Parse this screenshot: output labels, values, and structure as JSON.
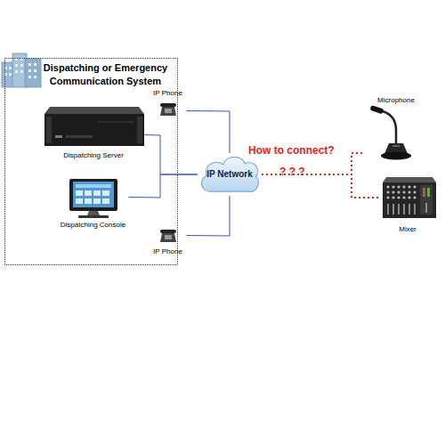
{
  "diagram": {
    "nodes": [
      {
        "text": [
          "Dispatching or Emergency Communication System"
        ]
      },
      {
        "text": [
          "Dispatching Server"
        ],
        "in": 0
      },
      {
        "text": [
          "Dispatching Console"
        ],
        "in": 0
      },
      {
        "text": [
          "IP Phone"
        ],
        "in": 0
      },
      {
        "text": [
          "IP Phone"
        ],
        "in": 0
      },
      {
        "text": [
          "IP Network"
        ]
      },
      {
        "text": [
          "Microphone"
        ]
      },
      {
        "text": [
          "Mixer"
        ]
      }
    ],
    "edges": [
      {
        "from": 1,
        "to": 5,
        "arrow": "none"
      },
      {
        "from": 2,
        "to": 5,
        "arrow": "none"
      },
      {
        "from": 3,
        "to": 5,
        "arrow": "none"
      },
      {
        "from": 4,
        "to": 5,
        "arrow": "none"
      },
      {
        "from": 5,
        "to": 6,
        "arrow": "none"
      },
      {
        "from": 5,
        "to": 7,
        "arrow": "none"
      }
    ],
    "labels": [
      "How to connect?",
      "? ? ?"
    ]
  }
}
